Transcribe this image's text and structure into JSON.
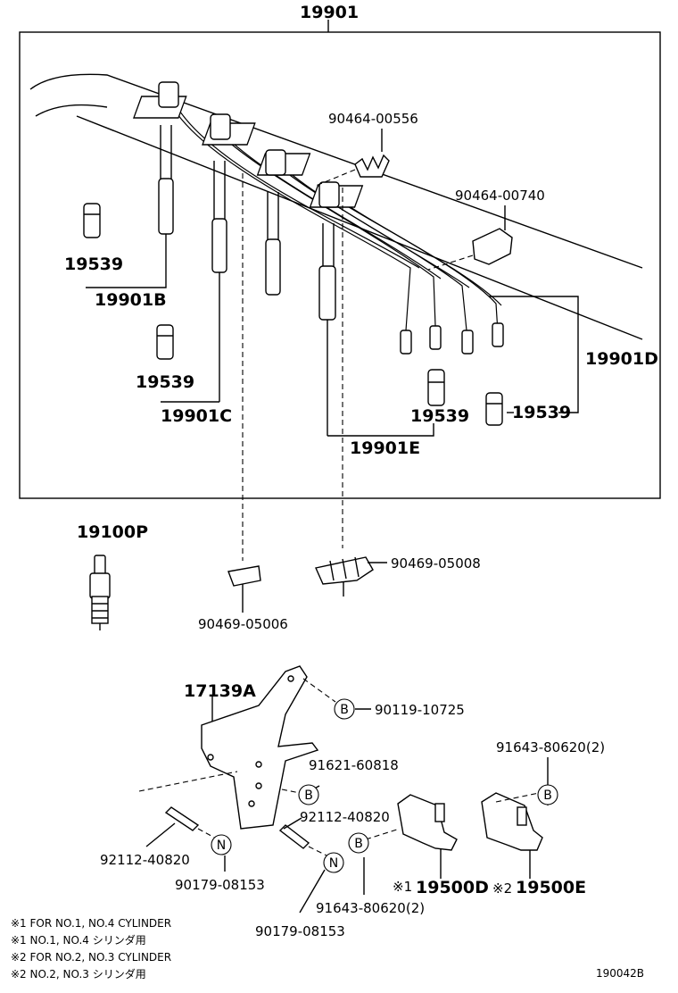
{
  "diagram": {
    "labels": {
      "assy": "19901",
      "b": "19901B",
      "c": "19901C",
      "d": "19901D",
      "e": "19901E",
      "boot1": "19539",
      "boot2": "19539",
      "boot3": "19539",
      "boot4": "19539",
      "clamp1": "90464-00556",
      "clamp2": "90464-00740",
      "plug": "19100P",
      "clampA": "90469-05008",
      "clampB": "90469-05006",
      "bracket": "17139A",
      "bolt1": "90119-10725",
      "bolt2": "91621-60818",
      "stud1": "92112-40820",
      "stud2": "92112-40820",
      "nut1": "90179-08153",
      "nut2": "90179-08153",
      "bolt3": "91643-80620(2)",
      "bolt4": "91643-80620(2)",
      "coilD": "19500D",
      "coilE": "19500E",
      "markD": "※1",
      "markE": "※2"
    },
    "circles": {
      "b1": "B",
      "b2": "B",
      "b3": "B",
      "b4": "B",
      "n1": "N",
      "n2": "N"
    },
    "notes": [
      "※1 FOR NO.1, NO.4 CYLINDER",
      "※1 NO.1, NO.4 シリンダ用",
      "※2 FOR NO.2, NO.3 CYLINDER",
      "※2 NO.2, NO.3 シリンダ用"
    ],
    "figure_id": "190042B"
  }
}
